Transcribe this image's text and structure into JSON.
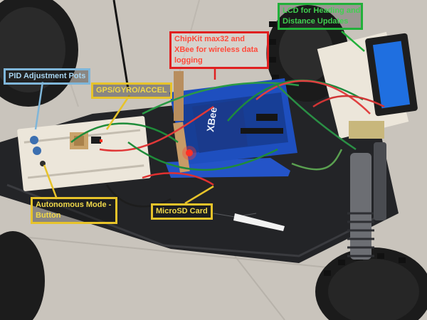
{
  "labels": {
    "pid": "PID Adjustment Pots",
    "gps": "GPS/GYRO/ACCEL",
    "chipkit_line1": "ChipKit max32 and",
    "chipkit_line2": "XBee for wireless data",
    "chipkit_line3": "logging",
    "lcd_line1": "LCD for Heading and",
    "lcd_line2": "Distance Updates",
    "auto_line1": "Autonomous Mode -",
    "auto_line2": "Button",
    "microsd": "MicroSD Card"
  },
  "board_text": {
    "xbee": "XBee"
  },
  "colors": {
    "yellow_callout": "#e7c32a",
    "blue_callout": "#7fb6d9",
    "red_callout": "#e02020",
    "green_callout": "#22b03a"
  }
}
